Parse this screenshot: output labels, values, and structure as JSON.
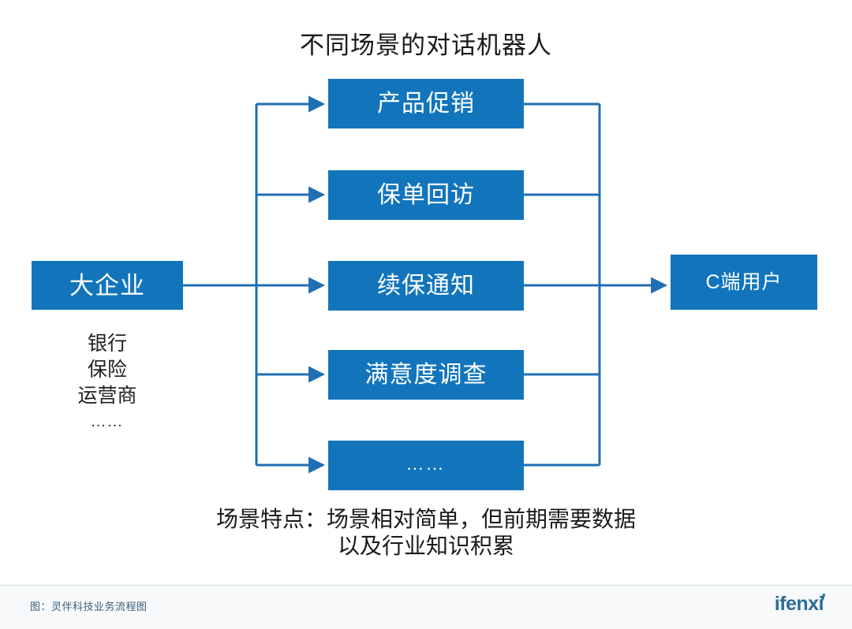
{
  "title": "不同场景的对话机器人",
  "colors": {
    "box_fill": "#1275BC",
    "connector": "#1F6FB2",
    "footer_band": "#f7f9fa",
    "footer_text": "#3f5f79",
    "logo": "#2a6d97"
  },
  "source_node": {
    "label": "大企业",
    "sublabels": [
      "银行",
      "保险",
      "运营商"
    ],
    "sublabel_ellipsis": "……"
  },
  "scenario_boxes": [
    {
      "label": "产品促销"
    },
    {
      "label": "保单回访"
    },
    {
      "label": "续保通知"
    },
    {
      "label": "满意度调查"
    },
    {
      "label": "……"
    }
  ],
  "target_node": {
    "label": "C端用户"
  },
  "caption": {
    "line1": "场景特点：场景相对简单，但前期需要数据",
    "line2": "以及行业知识积累"
  },
  "footer": {
    "note": "图：灵伴科技业务流程图",
    "logo": "ifenxi"
  }
}
